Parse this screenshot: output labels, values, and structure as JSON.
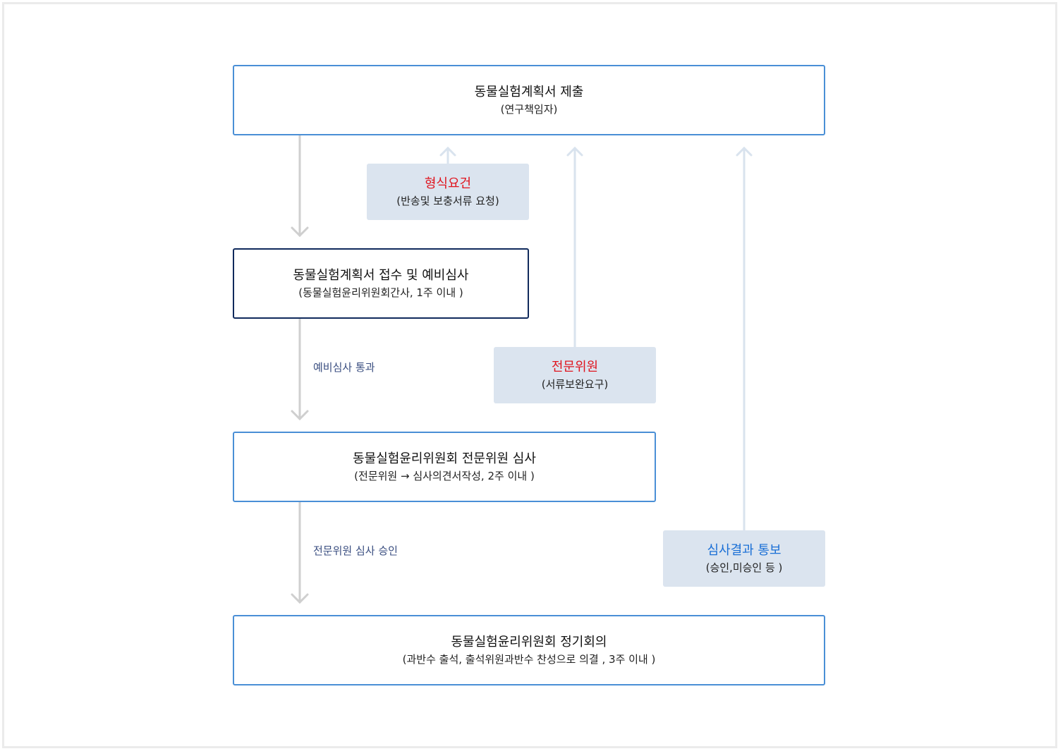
{
  "colors": {
    "box_border": "#4a8fd6",
    "box_border_dark": "#102a5c",
    "note_bg": "#dbe4ef",
    "red_title": "#e0141e",
    "blue_title": "#1a6fd6",
    "edge_label": "#3a4e80",
    "down_arrow": "#cfcfcf",
    "up_arrow": "#d9e3ee"
  },
  "nodes": {
    "submit": {
      "title": "동물실험계획서 제출",
      "sub": "(연구책임자)"
    },
    "receive": {
      "title": "동물실험계획서 접수 및 예비심사",
      "sub": "(동물실험윤리위원회간사, 1주 이내 )"
    },
    "expert_review": {
      "title": "동물실험윤리위원회 전문위원 심사",
      "sub": "(전문위원 → 심사의견서작성, 2주 이내 )"
    },
    "meeting": {
      "title": "동물실험윤리위원회 정기회의",
      "sub": "(과반수 출석, 출석위원과반수 찬성으로 의결 , 3주 이내 )"
    }
  },
  "notes": {
    "formal": {
      "title": "형식요건",
      "sub": "(반송및 보충서류 요청)",
      "title_color": "#e0141e"
    },
    "expert": {
      "title": "전문위원",
      "sub": "(서류보완요구)",
      "title_color": "#e0141e"
    },
    "result": {
      "title": "심사결과 통보",
      "sub": "(승인,미승인 등  )",
      "title_color": "#1a6fd6"
    }
  },
  "edges": {
    "pre_review_pass": "예비심사 통과",
    "expert_approval": "전문위원 심사 승인"
  }
}
